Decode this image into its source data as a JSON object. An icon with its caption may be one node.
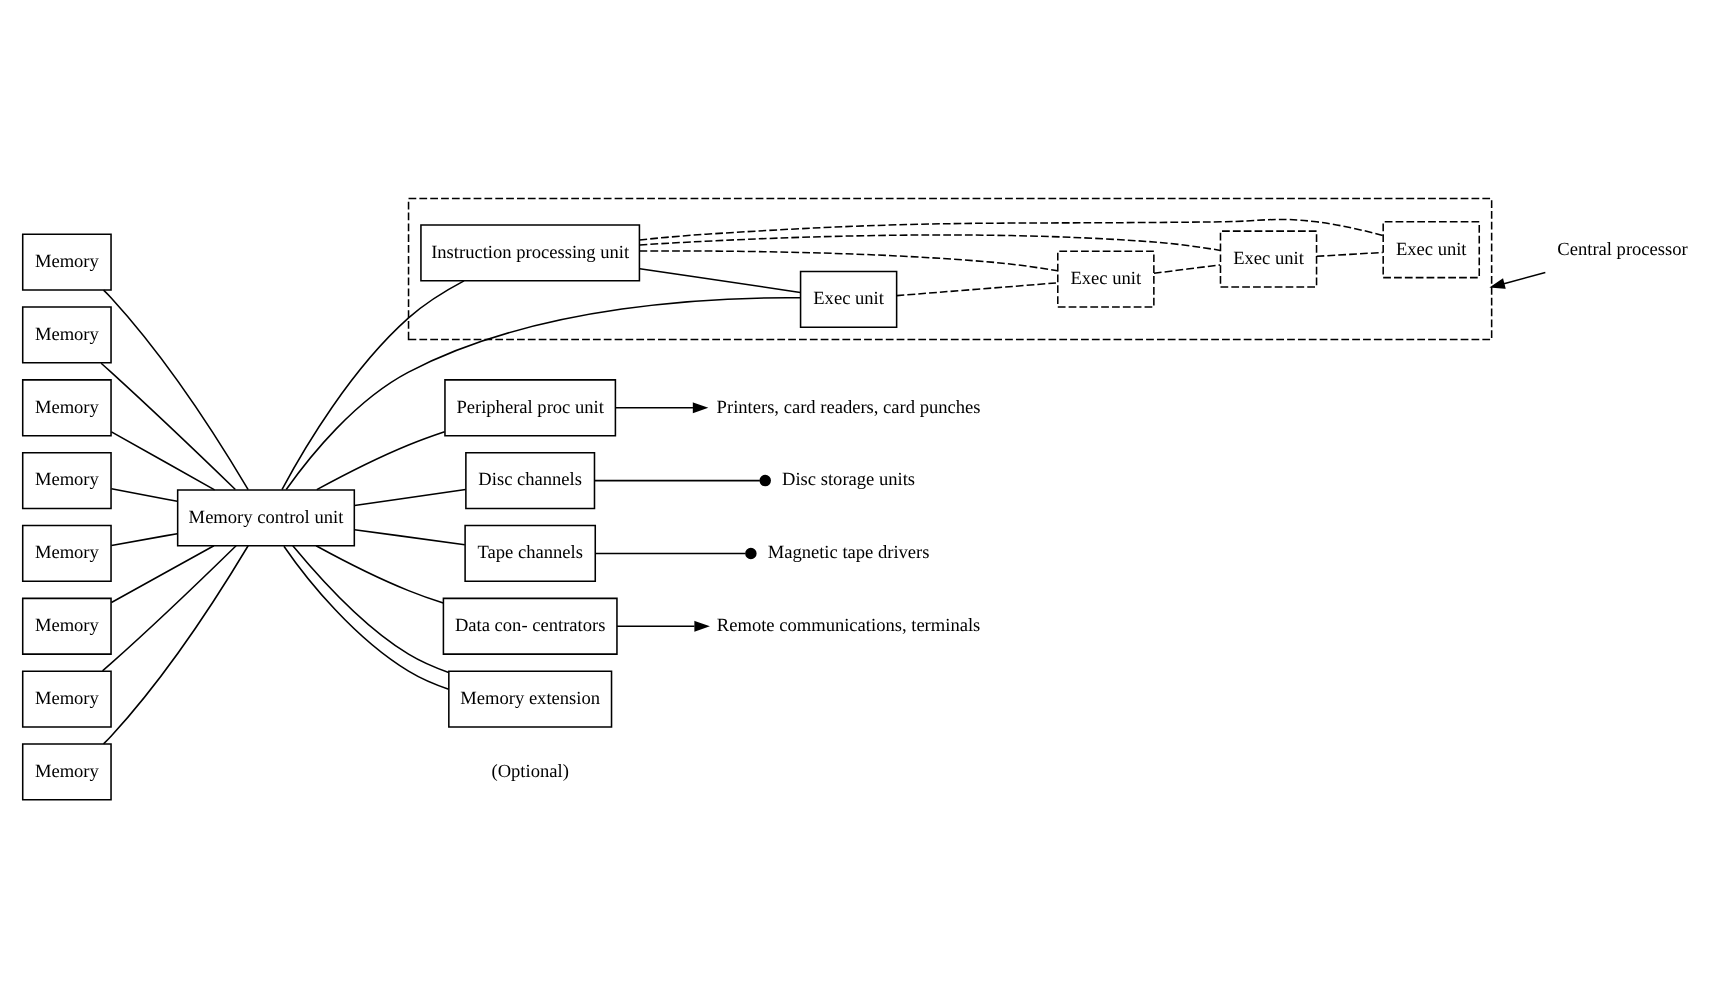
{
  "diagram": {
    "nodes": [
      {
        "text": [
          "Memory"
        ]
      },
      {
        "text": [
          "Memory"
        ]
      },
      {
        "text": [
          "Memory"
        ]
      },
      {
        "text": [
          "Memory"
        ]
      },
      {
        "text": [
          "Memory"
        ]
      },
      {
        "text": [
          "Memory"
        ]
      },
      {
        "text": [
          "Memory"
        ]
      },
      {
        "text": [
          "Memory"
        ]
      },
      {
        "text": [
          "Memory control unit"
        ]
      },
      {
        "text": [],
        "shape": "box"
      },
      {
        "text": [
          "Instruction processing unit"
        ],
        "in": 9
      },
      {
        "text": [
          "Exec unit"
        ],
        "in": 9
      },
      {
        "text": [
          "Exec unit"
        ],
        "in": 9
      },
      {
        "text": [
          "Exec unit"
        ],
        "in": 9
      },
      {
        "text": [
          "Exec unit"
        ],
        "in": 9
      },
      {
        "text": [
          "Peripheral proc unit"
        ]
      },
      {
        "text": [
          "Disc channels"
        ]
      },
      {
        "text": [
          "Tape channels"
        ]
      },
      {
        "text": [
          "Data con- centrators"
        ]
      },
      {
        "text": [
          "Memory extension"
        ],
        "beside": [
          "(Optional)"
        ]
      },
      {
        "text": [
          "Printers, card readers, card punches"
        ]
      },
      {
        "text": [
          "Disc storage units"
        ]
      },
      {
        "text": [
          "Magnetic tape drivers"
        ]
      },
      {
        "text": [
          "Remote communications, terminals"
        ]
      },
      {
        "text": [
          "Central processor"
        ]
      }
    ],
    "edges": [
      {
        "from": 0,
        "to": 8,
        "arrow": "none"
      },
      {
        "from": 1,
        "to": 8,
        "arrow": "none"
      },
      {
        "from": 2,
        "to": 8,
        "arrow": "none"
      },
      {
        "from": 3,
        "to": 8,
        "arrow": "none"
      },
      {
        "from": 4,
        "to": 8,
        "arrow": "none"
      },
      {
        "from": 5,
        "to": 8,
        "arrow": "none"
      },
      {
        "from": 6,
        "to": 8,
        "arrow": "none"
      },
      {
        "from": 7,
        "to": 8,
        "arrow": "none"
      },
      {
        "from": 8,
        "to": 10,
        "arrow": "none"
      },
      {
        "from": 8,
        "to": 11,
        "arrow": "none"
      },
      {
        "from": 10,
        "to": 11,
        "arrow": "none"
      },
      {
        "from": 10,
        "to": 12,
        "arrow": "none",
        "style": "dashed"
      },
      {
        "from": 10,
        "to": 13,
        "arrow": "none",
        "style": "dashed"
      },
      {
        "from": 10,
        "to": 14,
        "arrow": "none",
        "style": "dashed"
      },
      {
        "from": 11,
        "to": 12,
        "arrow": "none",
        "style": "dashed"
      },
      {
        "from": 12,
        "to": 13,
        "arrow": "none",
        "style": "dashed"
      },
      {
        "from": 13,
        "to": 14,
        "arrow": "none",
        "style": "dashed"
      },
      {
        "from": 8,
        "to": 15,
        "arrow": "none"
      },
      {
        "from": 8,
        "to": 16,
        "arrow": "none"
      },
      {
        "from": 8,
        "to": 17,
        "arrow": "none"
      },
      {
        "from": 8,
        "to": 18,
        "arrow": "none"
      },
      {
        "from": 8,
        "to": 19,
        "arrow": "none"
      },
      {
        "from": 19,
        "to": 8,
        "arrow": "none"
      },
      {
        "from": 15,
        "to": 20,
        "arrow": "to"
      },
      {
        "from": 16,
        "to": 21,
        "arrow": "other"
      },
      {
        "from": 17,
        "to": 22,
        "arrow": "other"
      },
      {
        "from": 18,
        "to": 23,
        "arrow": "to"
      },
      {
        "from": 24,
        "to": 9,
        "arrow": "to"
      }
    ]
  }
}
